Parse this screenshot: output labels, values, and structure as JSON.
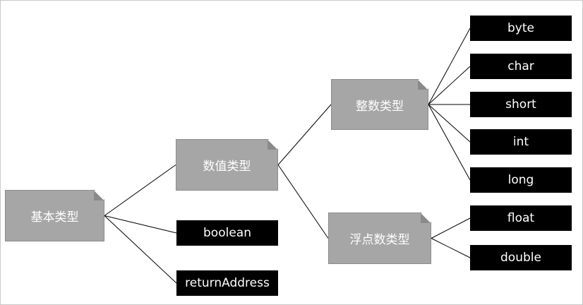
{
  "diagram": {
    "nodes": {
      "root": "基本类型",
      "numeric": "数值类型",
      "boolean": "boolean",
      "return_address": "returnAddress",
      "integer": "整数类型",
      "floating": "浮点数类型",
      "byte": "byte",
      "char": "char",
      "short": "short",
      "int": "int",
      "long": "long",
      "float": "float",
      "double": "double"
    },
    "edges": [
      [
        "root",
        "numeric"
      ],
      [
        "root",
        "boolean"
      ],
      [
        "root",
        "return_address"
      ],
      [
        "numeric",
        "integer"
      ],
      [
        "numeric",
        "floating"
      ],
      [
        "integer",
        "byte"
      ],
      [
        "integer",
        "char"
      ],
      [
        "integer",
        "short"
      ],
      [
        "integer",
        "int"
      ],
      [
        "integer",
        "long"
      ],
      [
        "floating",
        "float"
      ],
      [
        "floating",
        "double"
      ]
    ],
    "colors": {
      "category_fill": "#a6a6a6",
      "leaf_fill": "#000000",
      "text": "#ffffff",
      "connector": "#000000"
    }
  }
}
